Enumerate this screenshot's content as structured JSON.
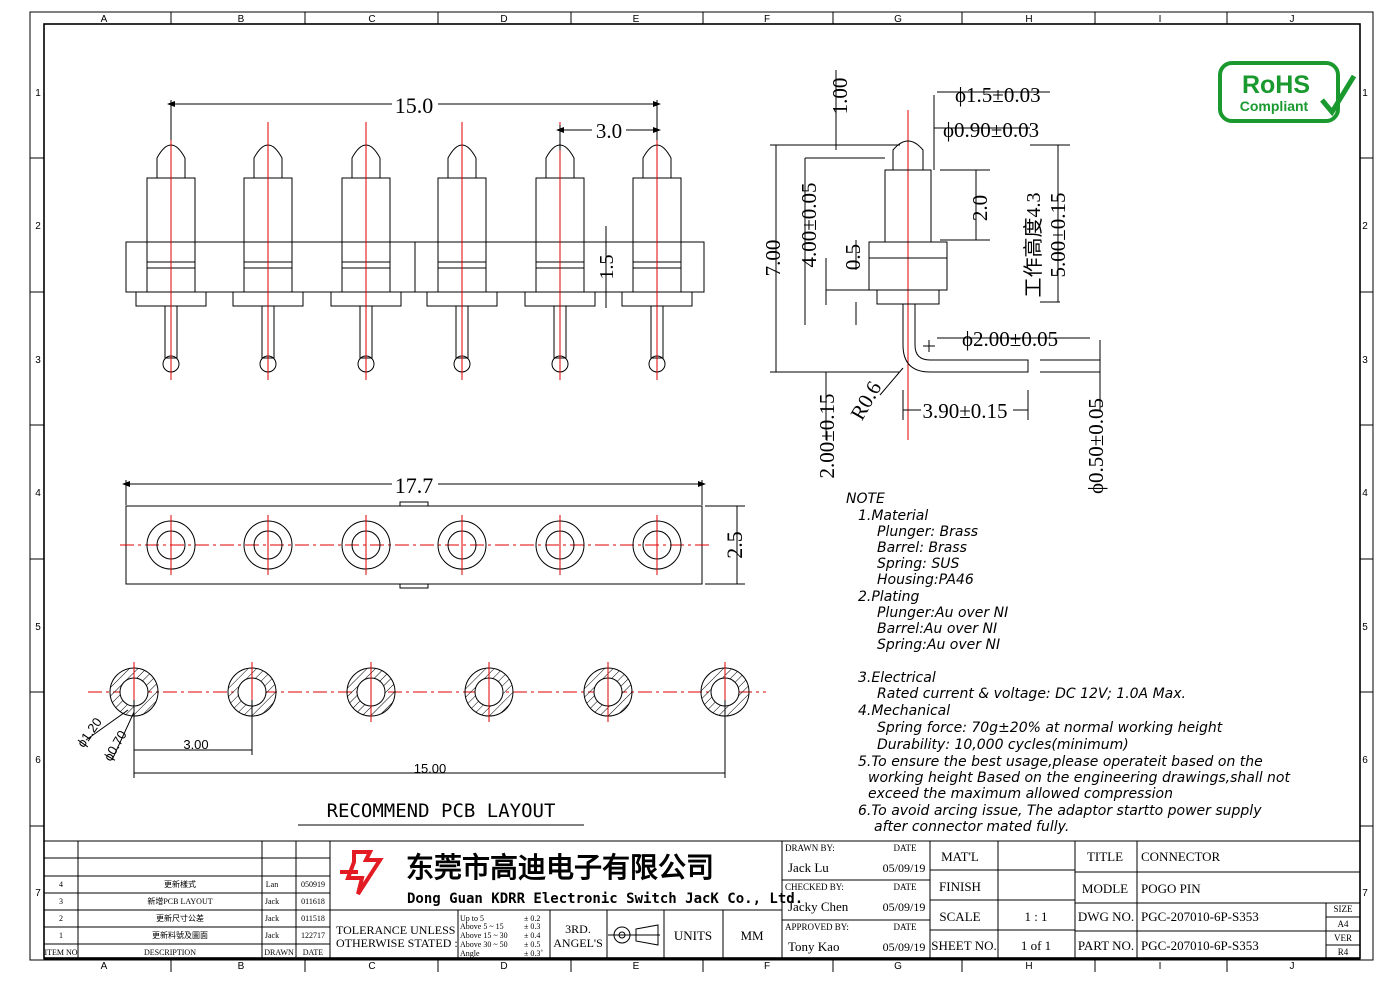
{
  "grid": {
    "columns": [
      "A",
      "B",
      "C",
      "D",
      "E",
      "F",
      "G",
      "H",
      "I",
      "J"
    ],
    "rows": [
      "1",
      "2",
      "3",
      "4",
      "5",
      "6",
      "7"
    ]
  },
  "front_view": {
    "dim_pitch_total": "15.0",
    "dim_pitch": "3.0",
    "dim_housing_height": "1.5"
  },
  "side_view": {
    "dim_top_dia": "1.00",
    "dim_plunger_dia": "ϕ1.5±0.03",
    "dim_tip_dia": "ϕ0.90±0.03",
    "dim_total_height": "7.00",
    "dim_barrel_height": "4.00±0.05",
    "dim_stroke": "2.0",
    "dim_flange": "0.5",
    "dim_working_height": "工作高度4.3",
    "dim_height_tol": "5.00±0.15",
    "dim_tail_dia": "ϕ2.00±0.05",
    "dim_radius": "R0.6",
    "dim_tail_length": "3.90±0.15",
    "dim_bottom": "2.00±0.15",
    "dim_pin_dia": "ϕ0.50±0.05"
  },
  "bottom_view": {
    "dim_length": "17.7",
    "dim_width": "2.5"
  },
  "pcb_layout": {
    "dim_outer": "ϕ1.20",
    "dim_inner": "ϕ0.70",
    "dim_pitch": "3.00",
    "dim_total": "15.00",
    "title": "RECOMMEND PCB LAYOUT"
  },
  "rohs": {
    "line1": "RoHS",
    "line2": "Compliant",
    "color": "#1a9a2e"
  },
  "notes": [
    "NOTE",
    "1.Material",
    "Plunger: Brass",
    "Barrel: Brass",
    "Spring: SUS",
    "Housing:PA46",
    "2.Plating",
    "Plunger:Au over NI",
    "Barrel:Au over NI",
    "Spring:Au over NI",
    "3.Electrical",
    "Rated current & voltage: DC 12V; 1.0A Max.",
    "4.Mechanical",
    "Spring force: 70g±20% at normal working height",
    "Durability: 10,000 cycles(minimum)",
    "5.To ensure the best usage,please operateit based on the",
    "working height Based on the engineering drawings,shall not",
    "exceed the maximum allowed compression",
    "6.To avoid arcing issue, The adaptor startto power supply",
    "after connector mated fully."
  ],
  "revisions": {
    "rows": [
      {
        "item": "4",
        "desc": "更新樣式",
        "drawn": "Lan",
        "date": "050919"
      },
      {
        "item": "3",
        "desc": "新增PCB LAYOUT",
        "drawn": "Jack",
        "date": "011618"
      },
      {
        "item": "2",
        "desc": "更新尺寸公差",
        "drawn": "Jack",
        "date": "011518"
      },
      {
        "item": "1",
        "desc": "更新料號及圖面",
        "drawn": "Jack",
        "date": "122717"
      }
    ],
    "header": {
      "item": "ITEM NO",
      "desc": "DESCRIPTION",
      "drawn": "DRAWN",
      "date": "DATE"
    }
  },
  "company": {
    "name_cn": "东莞市高迪电子有限公司",
    "name_en": "Dong Guan KDRR  Electronic Switch JacK Co., Ltd.",
    "logo_color": "#e31b23"
  },
  "tolerance": {
    "label1": "TOLERANCE UNLESS",
    "label2": "OTHERWISE STATED :",
    "ranges": [
      "Up to 5",
      "Above 5   ~ 15",
      "Above 15 ~ 30",
      "Above 30 ~ 50",
      "Angle"
    ],
    "values": [
      "± 0.2",
      "± 0.3",
      "± 0.4",
      "± 0.5",
      "± 0.3˚"
    ],
    "angle1": "3RD.",
    "angle2": "ANGEL'S",
    "units_label": "UNITS",
    "units_value": "MM"
  },
  "approvals": [
    {
      "label": "DRAWN BY:",
      "name": "Jack  Lu",
      "date_label": "DATE",
      "date": "05/09/19"
    },
    {
      "label": "CHECKED BY:",
      "name": "Jacky Chen",
      "date_label": "DATE",
      "date": "05/09/19"
    },
    {
      "label": "APPROVED BY:",
      "name": "Tony Kao",
      "date_label": "DATE",
      "date": "05/09/19"
    }
  ],
  "title_block": {
    "matl_label": "MAT'L",
    "matl_value": "",
    "finish_label": "FINISH",
    "finish_value": "",
    "scale_label": "SCALE",
    "scale_value": "1 : 1",
    "sheet_label": "SHEET NO.",
    "sheet_value": "1 of 1",
    "title_label": "TITLE",
    "title_value": "CONNECTOR",
    "model_label": "MODLE",
    "model_value": "POGO PIN",
    "dwg_label": "DWG NO.",
    "dwg_value": "PGC-207010-6P-S353",
    "part_label": "PART NO.",
    "part_value": "PGC-207010-6P-S353",
    "size_label": "SIZE",
    "size_value": "A4",
    "ver_label": "VER",
    "ver_value": "R4"
  }
}
